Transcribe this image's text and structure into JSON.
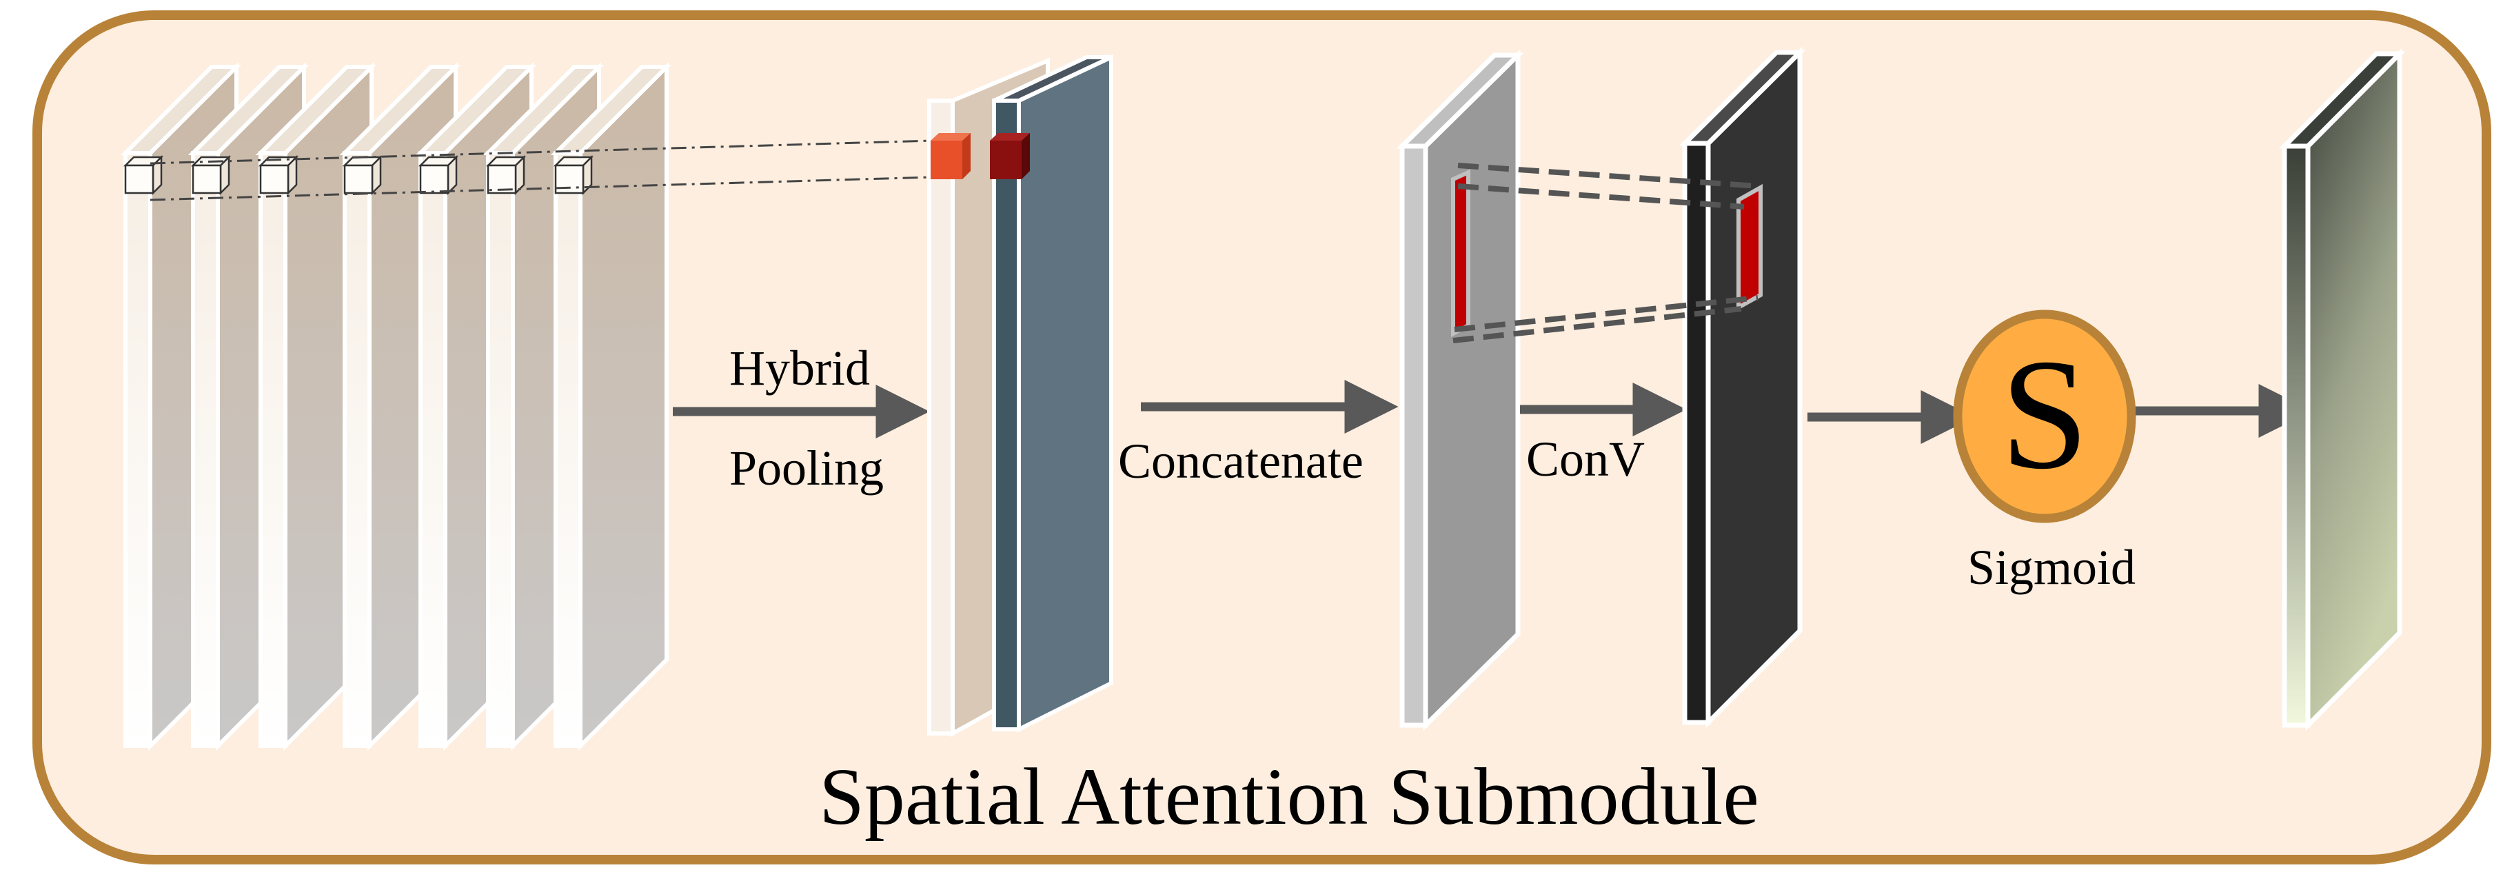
{
  "title": "Spatial Attention Submodule",
  "labels": {
    "pooling_line1": "Hybrid",
    "pooling_line2": "Pooling",
    "concatenate": "Concatenate",
    "conv": "ConV",
    "sigmoid_symbol": "S",
    "sigmoid": "Sigmoid"
  },
  "colors": {
    "background_fill": "#fdeedf",
    "border": "#b88338",
    "input_feature_map": "#c8bfb4",
    "avg_pool_map": "#d9c8b5",
    "max_pool_map": "#5f7480",
    "concat_map": "#9a9a9a",
    "conv_map": "#333333",
    "kernel_highlight": "#c00000",
    "avg_cube": "#e8502a",
    "max_cube": "#8a1010",
    "sigmoid_fill": "#ffad42",
    "sigmoid_border": "#b88338",
    "arrow": "#595959",
    "attention_map_dark": "#3b4038",
    "attention_map_light": "#eef5d8"
  }
}
